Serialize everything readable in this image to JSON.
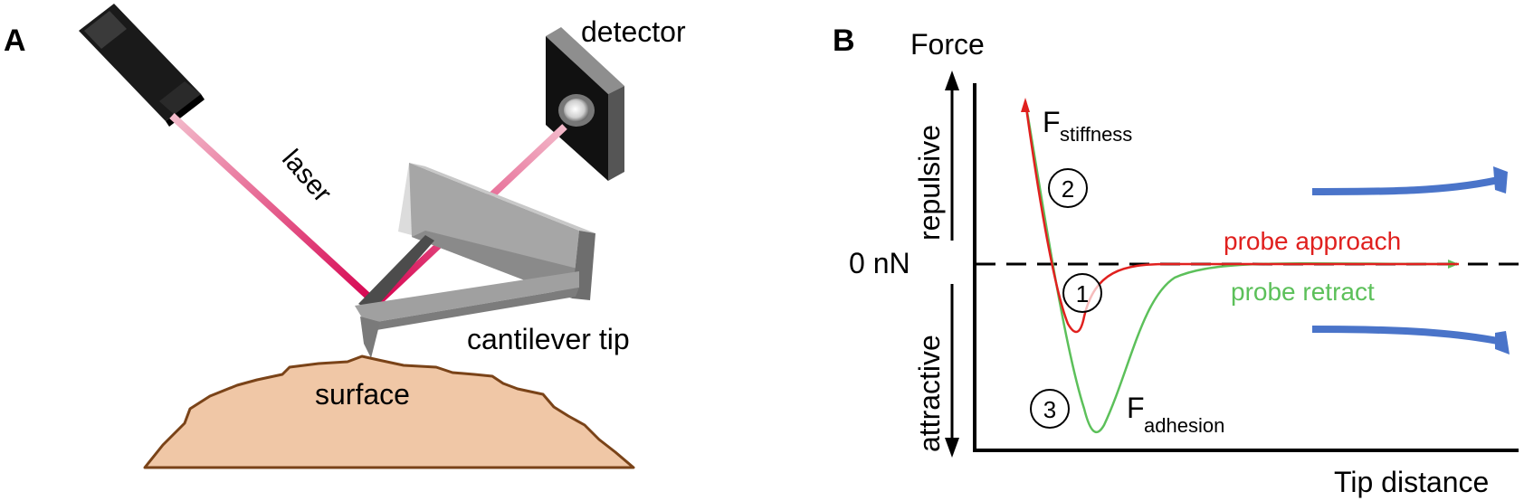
{
  "panel_a": {
    "label": "A",
    "laser": "laser",
    "detector": "detector",
    "cantilever_tip": "cantilever tip",
    "surface": "surface",
    "colors": {
      "beam_dark": "#d6004e",
      "beam_light": "#f2b3c3",
      "surface_fill": "#f0c7a6",
      "surface_edge": "#7a4318"
    }
  },
  "panel_b": {
    "label": "B",
    "force": "Force",
    "repulsive": "repulsive",
    "attractive": "attractive",
    "zero": "0 nN",
    "tip_distance": "Tip distance",
    "f_stiffness_main": "F",
    "f_stiffness_sub": "stiffness",
    "f_adhesion_main": "F",
    "f_adhesion_sub": "adhesion",
    "probe_approach": "probe approach",
    "probe_retract": "probe retract",
    "markers": [
      "1",
      "2",
      "3"
    ],
    "colors": {
      "approach": "#e0201e",
      "retract": "#5cc05a",
      "arrows": "#4a74c9"
    }
  }
}
